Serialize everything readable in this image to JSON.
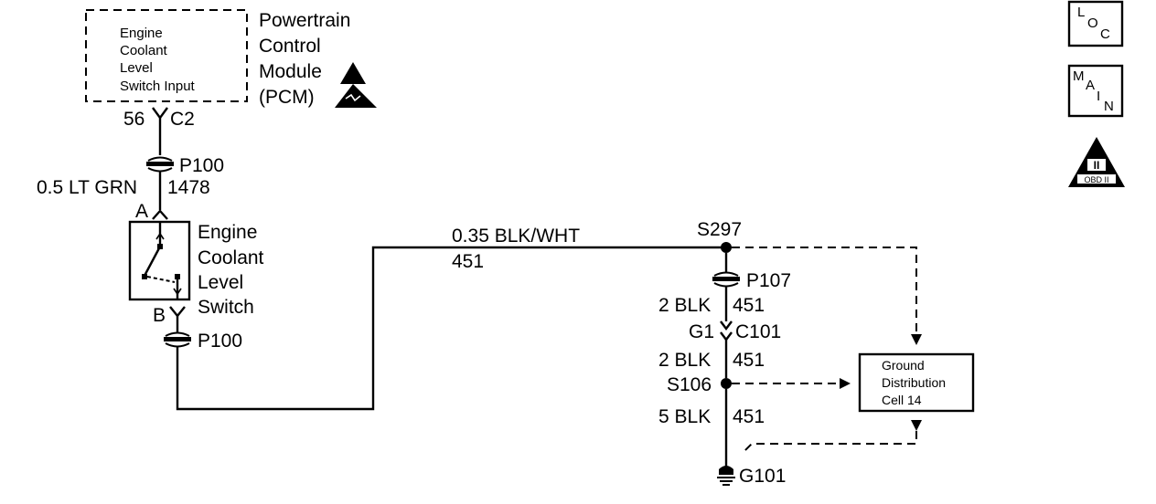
{
  "pcm": {
    "input_lines": [
      "Engine",
      "Coolant",
      "Level",
      "Switch Input"
    ],
    "name_lines": [
      "Powertrain",
      "Control",
      "Module",
      "(PCM)"
    ],
    "pin": "56",
    "connector": "C2"
  },
  "wire_top": {
    "inline_connector": "P100",
    "gauge_color": "0.5 LT GRN",
    "circuit": "1478"
  },
  "switch": {
    "terminal_a": "A",
    "terminal_b": "B",
    "name_lines": [
      "Engine",
      "Coolant",
      "Level",
      "Switch"
    ],
    "lower_connector": "P100"
  },
  "wire_mid": {
    "gauge_color": "0.35 BLK/WHT",
    "circuit": "451"
  },
  "ground_circuit": {
    "splice_top": "S297",
    "connector_p107": "P107",
    "seg1_gauge": "2 BLK",
    "seg1_circuit": "451",
    "pin_g1": "G1",
    "connector_c101": "C101",
    "seg2_gauge": "2 BLK",
    "seg2_circuit": "451",
    "splice_mid": "S106",
    "seg3_gauge": "5 BLK",
    "seg3_circuit": "451",
    "ground": "G101"
  },
  "ground_box": {
    "lines": [
      "Ground",
      "Distribution",
      "Cell 14"
    ]
  },
  "side_icons": {
    "loc": {
      "chars": [
        "L",
        "O",
        "C"
      ]
    },
    "main": {
      "chars": [
        "M",
        "A",
        "I",
        "N"
      ]
    },
    "obd": {
      "numeral": "II",
      "text": "OBD II"
    }
  }
}
